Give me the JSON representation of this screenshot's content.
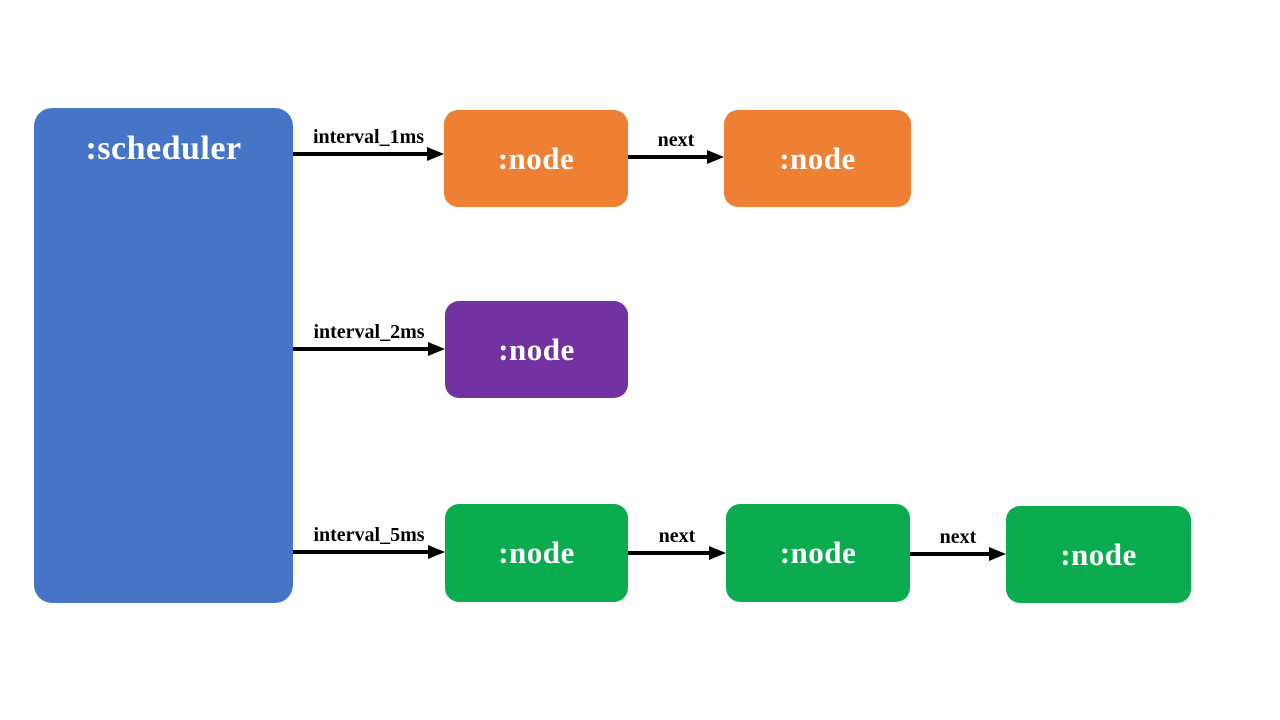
{
  "colors": {
    "background": "#FFFFFF",
    "scheduler": "#4674C7",
    "node_orange": "#EE8033",
    "node_purple": "#7232A1",
    "node_green": "#0BAC50",
    "arrow": "#000000",
    "node_text": "#FFFFFF",
    "edge_text": "#000000"
  },
  "scheduler": {
    "label": ":scheduler"
  },
  "rows": [
    {
      "interval_label": "interval_1ms",
      "color": "#EE8033",
      "nodes": [
        ":node",
        ":node"
      ],
      "next_labels": [
        "next"
      ]
    },
    {
      "interval_label": "interval_2ms",
      "color": "#7232A1",
      "nodes": [
        ":node"
      ],
      "next_labels": []
    },
    {
      "interval_label": "interval_5ms",
      "color": "#0BAC50",
      "nodes": [
        ":node",
        ":node",
        ":node"
      ],
      "next_labels": [
        "next",
        "next"
      ]
    }
  ]
}
